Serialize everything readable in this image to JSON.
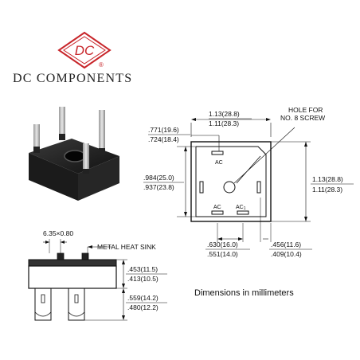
{
  "brand": {
    "logo_letters": "DC",
    "registered": "®",
    "name": "DC COMPONENTS",
    "logo_color": "#c8262b"
  },
  "top_view": {
    "width_max": "1.13(28.8)",
    "width_min": "1.11(28.3)",
    "hole_label_1": "HOLE FOR",
    "hole_label_2": "NO. 8 SCREW",
    "offset_max": ".771(19.6)",
    "offset_min": ".724(18.4)",
    "inner_max": ".984(25.0)",
    "inner_min": ".937(23.8)",
    "height_max": "1.13(28.8)",
    "height_min": "1.11(28.3)",
    "ac_top": "AC",
    "ac_bottom_left": "AC",
    "ac_bottom_right": "AC",
    "ac_bottom_right_sub": "1",
    "pin_spacing_max": ".630(16.0)",
    "pin_spacing_min": ".551(14.0)",
    "pin_edge_max": ".456(11.6)",
    "pin_edge_min": ".409(10.4)"
  },
  "side_view": {
    "terminal": "6.35×0.80",
    "heat_sink": "METAL HEAT SINK",
    "body_max": ".453(11.5)",
    "body_min": ".413(10.5)",
    "lead_max": ".559(14.2)",
    "lead_min": ".480(12.2)"
  },
  "caption": "Dimensions in millimeters"
}
